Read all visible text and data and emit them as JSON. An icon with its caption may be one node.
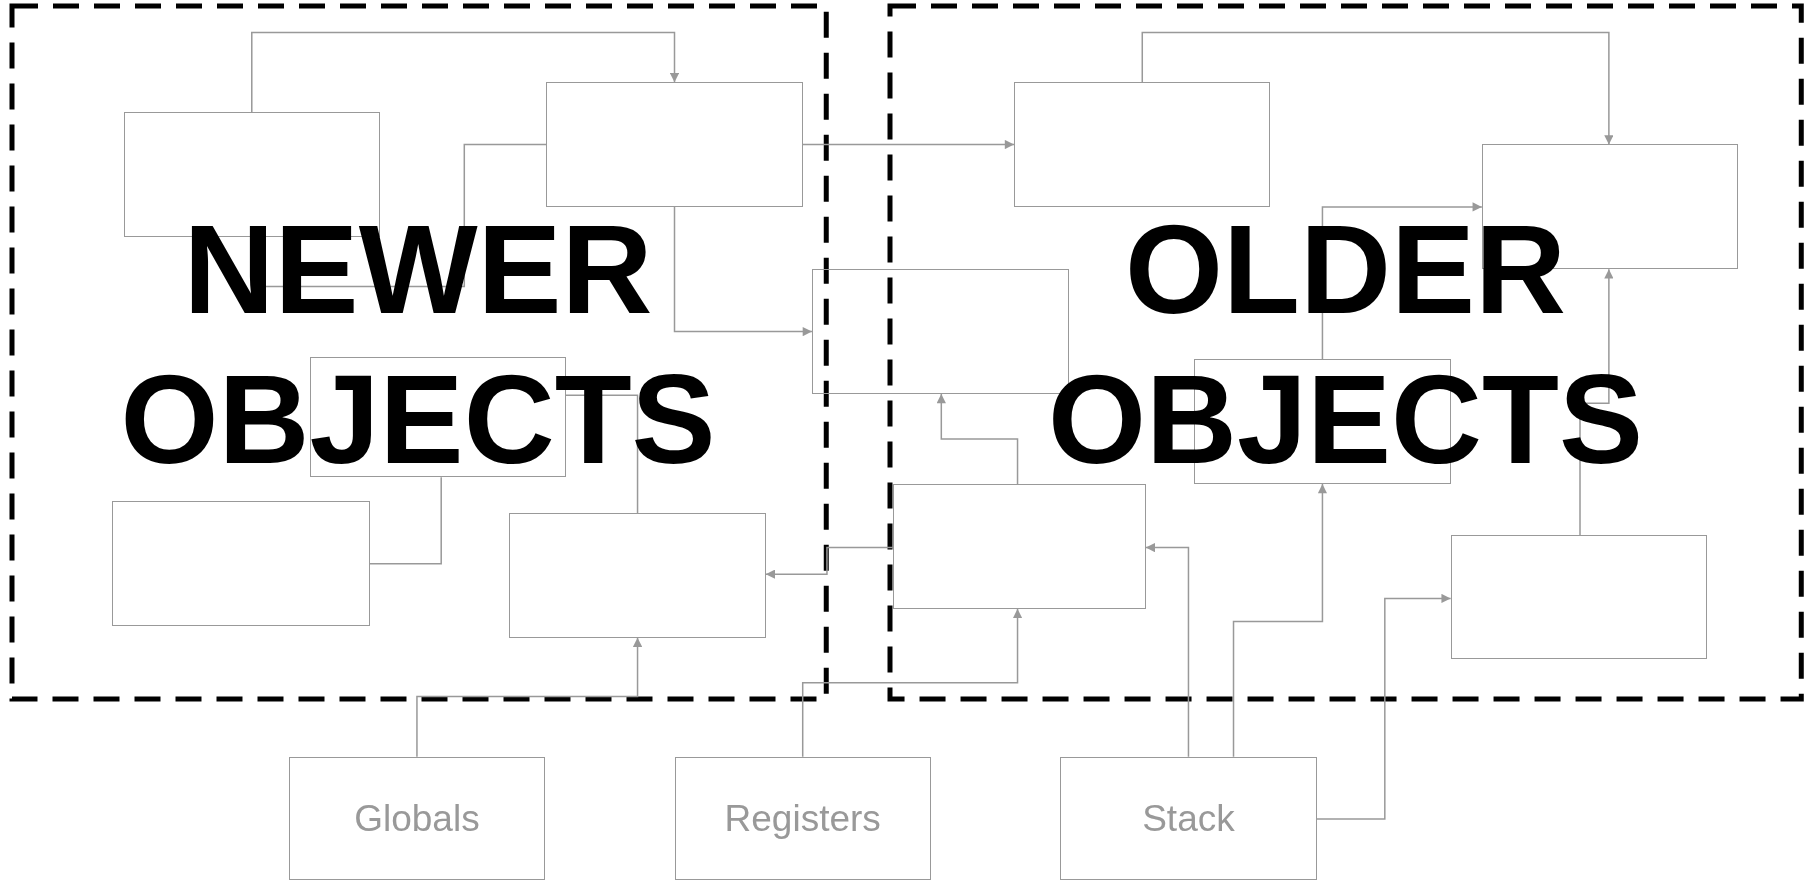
{
  "diagram": {
    "nodes": [
      {
        "text": [
          "NEWER OBJECTS"
        ]
      },
      {
        "text": [],
        "shape": "box",
        "in": 0
      },
      {
        "text": [],
        "shape": "box",
        "in": 0
      },
      {
        "text": [],
        "shape": "box",
        "in": 0
      },
      {
        "text": [],
        "shape": "box",
        "in": 0
      },
      {
        "text": [],
        "shape": "box",
        "in": 0
      },
      {
        "text": [
          "OLDER OBJECTS"
        ]
      },
      {
        "text": [],
        "shape": "box",
        "in": 6
      },
      {
        "text": [],
        "shape": "box",
        "in": 6
      },
      {
        "text": [],
        "shape": "box",
        "in": 6
      },
      {
        "text": [],
        "shape": "box",
        "in": 6
      },
      {
        "text": [],
        "shape": "box",
        "in": 6
      },
      {
        "text": [],
        "shape": "box"
      },
      {
        "text": [
          "Globals"
        ]
      },
      {
        "text": [
          "Registers"
        ]
      },
      {
        "text": [
          "Stack"
        ]
      }
    ],
    "edges": [
      {
        "from": 1,
        "to": 2,
        "arrow": "to"
      },
      {
        "from": 2,
        "to": 7,
        "arrow": "to"
      },
      {
        "from": 2,
        "to": 12,
        "arrow": "to"
      },
      {
        "from": 2,
        "to": 1,
        "arrow": "none"
      },
      {
        "from": 3,
        "to": 4,
        "arrow": "none"
      },
      {
        "from": 5,
        "to": 3,
        "arrow": "none"
      },
      {
        "from": 10,
        "to": 5,
        "arrow": "to"
      },
      {
        "from": 10,
        "to": 12,
        "arrow": "to"
      },
      {
        "from": 13,
        "to": 5,
        "arrow": "to"
      },
      {
        "from": 14,
        "to": 10,
        "arrow": "to"
      },
      {
        "from": 15,
        "to": 10,
        "arrow": "to"
      },
      {
        "from": 15,
        "to": 9,
        "arrow": "to"
      },
      {
        "from": 15,
        "to": 11,
        "arrow": "to"
      },
      {
        "from": 7,
        "to": 8,
        "arrow": "to"
      },
      {
        "from": 9,
        "to": 8,
        "arrow": "to"
      },
      {
        "from": 11,
        "to": 8,
        "arrow": "to"
      }
    ]
  }
}
